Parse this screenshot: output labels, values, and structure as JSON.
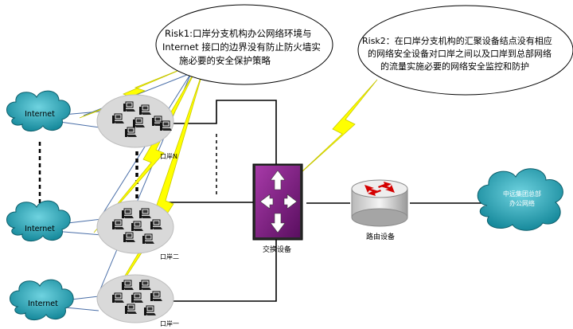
{
  "risks": {
    "risk1": {
      "lines": [
        "Risk1:口岸分支机构办公网络环境与",
        "Internet 接口的边界没有防止防火墙实",
        "施必要的安全保护策略"
      ]
    },
    "risk2": {
      "lines": [
        "Risk2：在口岸分支机构的汇聚设备结点没有相应",
        "的网络安全设备对口岸之间以及口岸到总部网络",
        "的流量实施必要的网络安全监控和防护"
      ]
    }
  },
  "clouds": {
    "internet_top": "Internet",
    "internet_mid": "Internet",
    "internet_bot": "Internet",
    "hq": {
      "lines": [
        "中远集团总部",
        "办公网络"
      ]
    }
  },
  "sites": {
    "port_n": "口岸N",
    "port_2": "口岸二",
    "port_1": "口岸一"
  },
  "devices": {
    "switch": "交换设备",
    "router": "路由设备"
  },
  "colors": {
    "cloud_fill": "#1f9fb0",
    "lightning": "#ffff00",
    "switch_purple": "#7a1f80",
    "router_red": "#d40000",
    "office_fill": "#d9d9d9"
  }
}
